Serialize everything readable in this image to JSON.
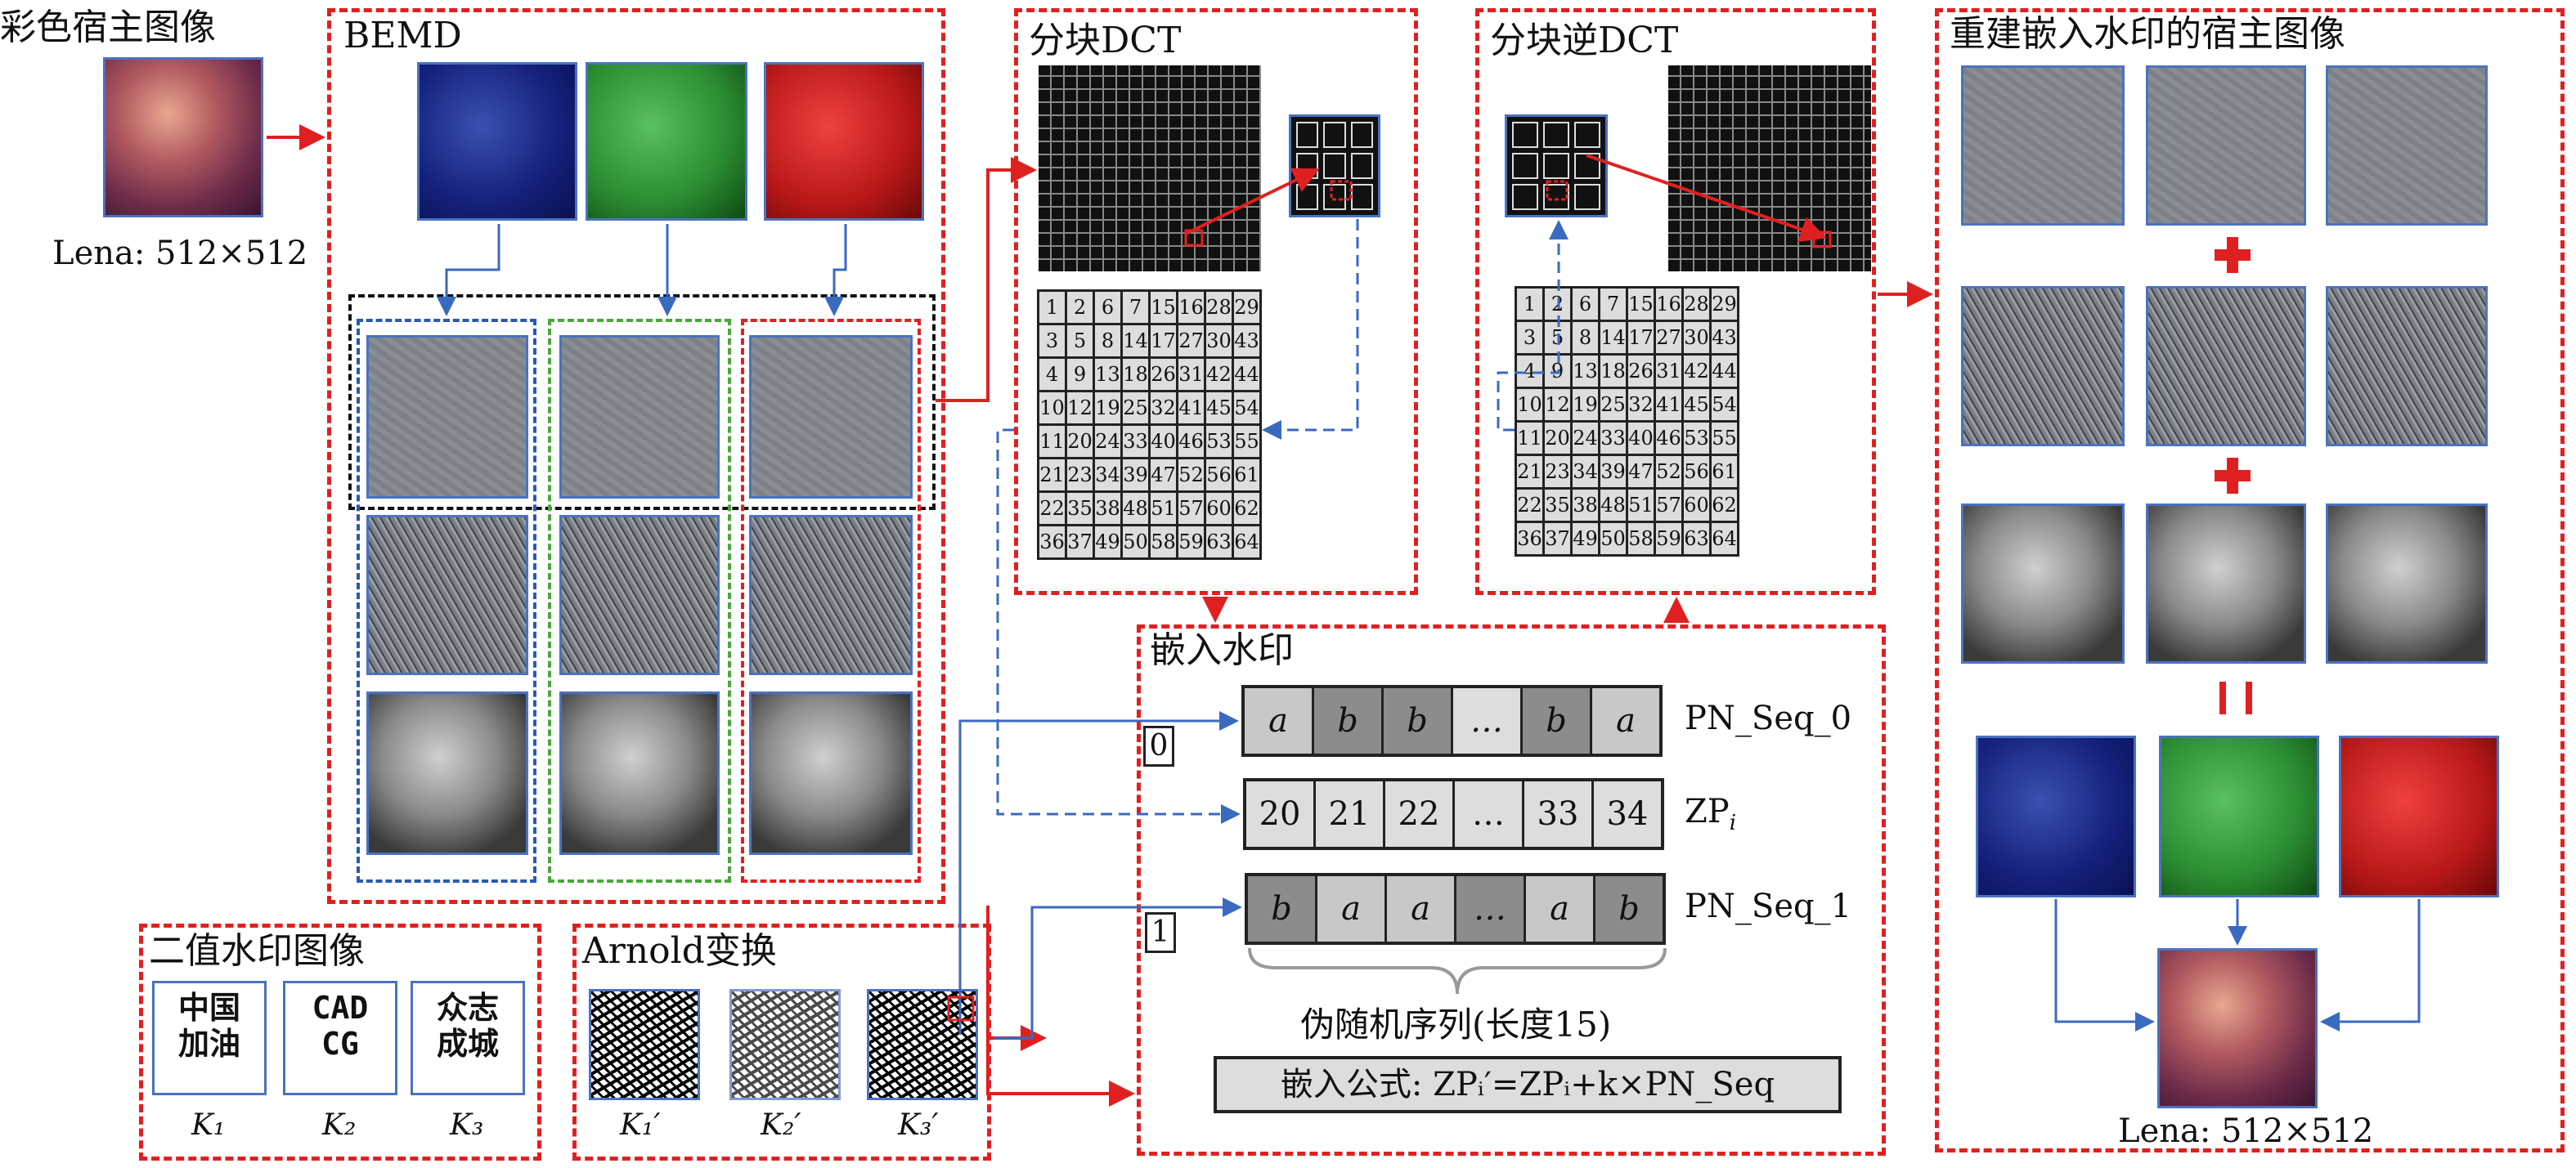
{
  "host": {
    "title": "彩色宿主图像",
    "caption": "Lena: 512×512"
  },
  "bemd": {
    "title": "BEMD"
  },
  "dct": {
    "title": "分块DCT"
  },
  "idct": {
    "title": "分块逆DCT"
  },
  "zigzag": [
    [
      1,
      2,
      6,
      7,
      15,
      16,
      28,
      29
    ],
    [
      3,
      5,
      8,
      14,
      17,
      27,
      30,
      43
    ],
    [
      4,
      9,
      13,
      18,
      26,
      31,
      42,
      44
    ],
    [
      10,
      12,
      19,
      25,
      32,
      41,
      45,
      54
    ],
    [
      11,
      20,
      24,
      33,
      40,
      46,
      53,
      55
    ],
    [
      21,
      23,
      34,
      39,
      47,
      52,
      56,
      61
    ],
    [
      22,
      35,
      38,
      48,
      51,
      57,
      60,
      62
    ],
    [
      36,
      37,
      49,
      50,
      58,
      59,
      63,
      64
    ]
  ],
  "embed": {
    "title": "嵌入水印",
    "pn0": {
      "label": "PN_Seq_0",
      "cells": [
        "a",
        "b",
        "b",
        "…",
        "b",
        "a"
      ],
      "bit": "0"
    },
    "zp": {
      "label": "ZP",
      "sub": "i",
      "cells": [
        "20",
        "21",
        "22",
        "…",
        "33",
        "34"
      ]
    },
    "pn1": {
      "label": "PN_Seq_1",
      "cells": [
        "b",
        "a",
        "a",
        "…",
        "a",
        "b"
      ],
      "bit": "1"
    },
    "brace_label": "伪随机序列(长度15)",
    "formula": "嵌入公式: ZPᵢ′=ZPᵢ+k×PN_Seq"
  },
  "watermark": {
    "title": "二值水印图像",
    "images": [
      {
        "text": "中国\n加油",
        "key": "K₁"
      },
      {
        "text": "CAD\nCG",
        "key": "K₂"
      },
      {
        "text": "众志\n成城",
        "key": "K₃"
      }
    ]
  },
  "arnold": {
    "title": "Arnold变换",
    "keys": [
      "K₁′",
      "K₂′",
      "K₃′"
    ]
  },
  "recon": {
    "title": "重建嵌入水印的宿主图像",
    "caption": "Lena: 512×512"
  },
  "colors": {
    "red": "#e02020",
    "blue": "#4a72c0"
  }
}
